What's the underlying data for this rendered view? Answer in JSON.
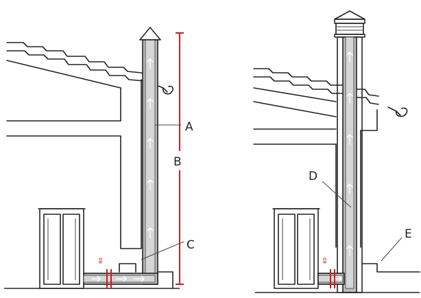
{
  "labels": {
    "a": "A",
    "b": "B",
    "c": "C",
    "d": "D",
    "e": "E"
  },
  "clearance": {
    "left": "80",
    "right": "80"
  },
  "colors": {
    "line": "#222222",
    "pipe": "#bdbdbd",
    "dimension": "#d11919"
  }
}
